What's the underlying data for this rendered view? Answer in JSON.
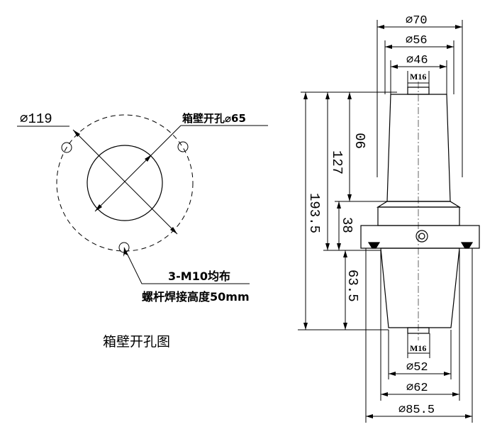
{
  "left_view": {
    "outer_diameter_label": "⌀119",
    "hole_callout_label": "箱壁开孔⌀65",
    "bolt_label_line1": "3-M10均布",
    "bolt_label_line2": "螺杆焊接高度50mm",
    "caption": "箱壁开孔图"
  },
  "right_view": {
    "top_dims": {
      "d70": "⌀70",
      "d56": "⌀56",
      "d46": "⌀46",
      "m16_top": "M16"
    },
    "vertical_dims": {
      "h90": "90",
      "h127": "127",
      "h193_5": "193.5",
      "h38": "38",
      "h63_5": "63.5"
    },
    "bottom_dims": {
      "m16_bottom": "M16",
      "d52": "⌀52",
      "d62": "⌀62",
      "d85_5": "⌀85.5"
    }
  }
}
